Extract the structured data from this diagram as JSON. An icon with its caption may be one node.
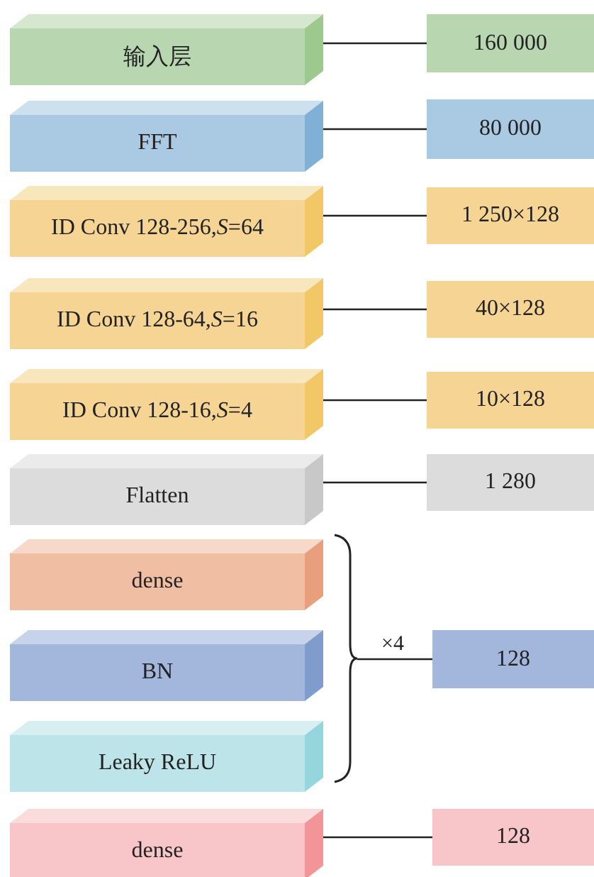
{
  "diagram": {
    "nodes": [
      {
        "text": [
          "输入层"
        ]
      },
      {
        "text": [
          "160 000"
        ]
      },
      {
        "text": [
          "FFT"
        ]
      },
      {
        "text": [
          "80 000"
        ]
      },
      {
        "text": [
          "ID Conv 128-256,*S*=64"
        ]
      },
      {
        "text": [
          "1 250×128"
        ]
      },
      {
        "text": [
          "ID Conv 128-64,*S*=16"
        ]
      },
      {
        "text": [
          "40×128"
        ]
      },
      {
        "text": [
          "ID Conv 128-16,*S*=4"
        ]
      },
      {
        "text": [
          "10×128"
        ]
      },
      {
        "text": [
          "Flatten"
        ]
      },
      {
        "text": [
          "1 280"
        ]
      },
      {
        "text": [
          "dense"
        ]
      },
      {
        "text": [
          "BN"
        ]
      },
      {
        "text": [
          "128"
        ]
      },
      {
        "text": [
          "Leaky ReLU"
        ]
      },
      {
        "text": [
          "dense"
        ]
      },
      {
        "text": [
          "128"
        ]
      },
      {
        "text": [],
        "shape": "brace"
      }
    ],
    "edges": [
      {
        "from": 0,
        "to": 1,
        "arrow": "none"
      },
      {
        "from": 2,
        "to": 3,
        "arrow": "none"
      },
      {
        "from": 4,
        "to": 5,
        "arrow": "none"
      },
      {
        "from": 6,
        "to": 7,
        "arrow": "none"
      },
      {
        "from": 8,
        "to": 9,
        "arrow": "none"
      },
      {
        "from": 10,
        "to": 11,
        "arrow": "none"
      },
      {
        "from": 18,
        "to": 14,
        "arrow": "none",
        "label": "×4"
      },
      {
        "from": 16,
        "to": 17,
        "arrow": "none"
      }
    ]
  }
}
